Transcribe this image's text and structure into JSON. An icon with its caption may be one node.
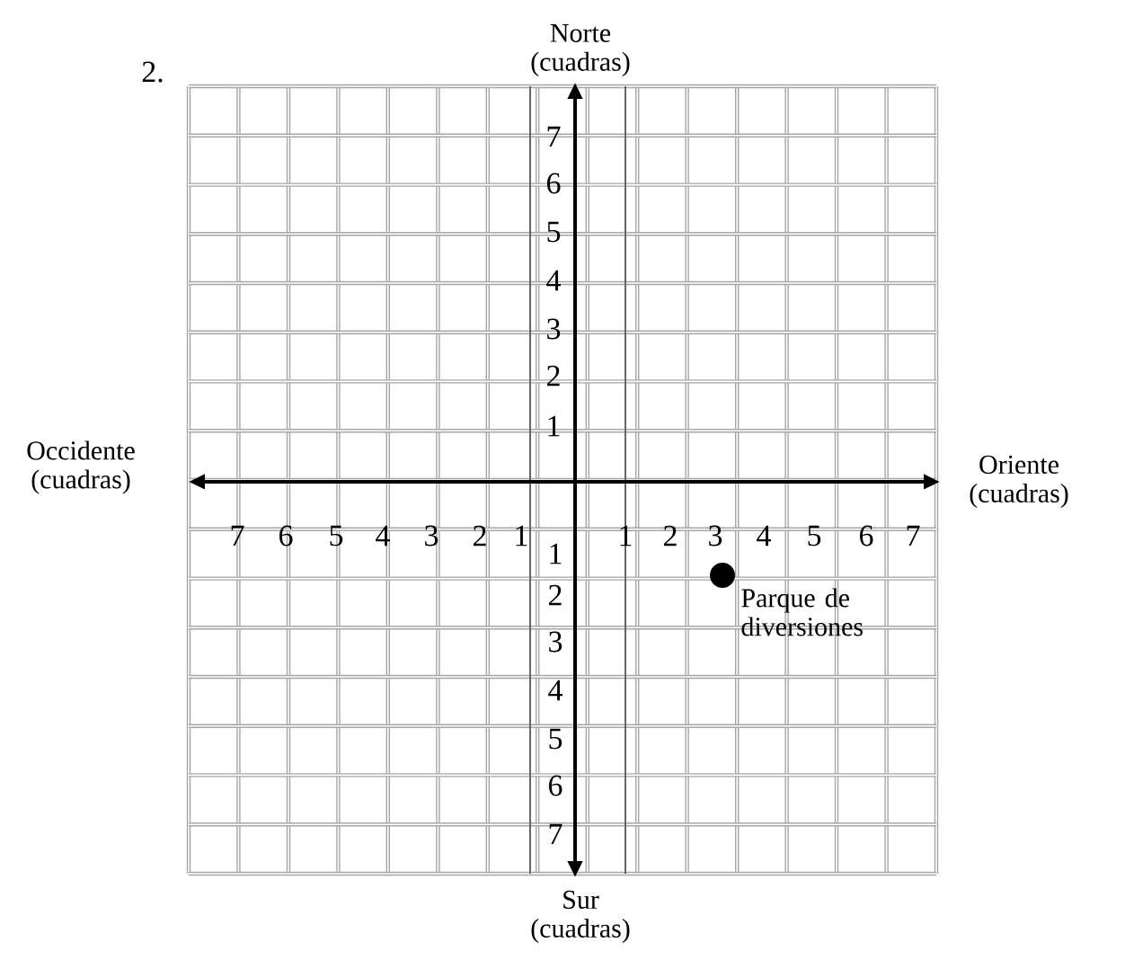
{
  "diagram": {
    "nodes": [
      {
        "text": [],
        "shape": "circle",
        "beside": [
          "Parque de diversiones"
        ]
      }
    ],
    "labels": [
      "2.",
      "Norte (cuadras)",
      "7",
      "6",
      "5",
      "4",
      "3",
      "2",
      "1",
      "Occidente (cuadras)",
      "Oriente (cuadras)",
      "7",
      "6",
      "5",
      "4",
      "3",
      "2",
      "1",
      "1",
      "1",
      "2",
      "3",
      "4",
      "5",
      "6",
      "7",
      "2",
      "3",
      "4",
      "5",
      "6",
      "7",
      "Sur (cuadras)"
    ]
  }
}
